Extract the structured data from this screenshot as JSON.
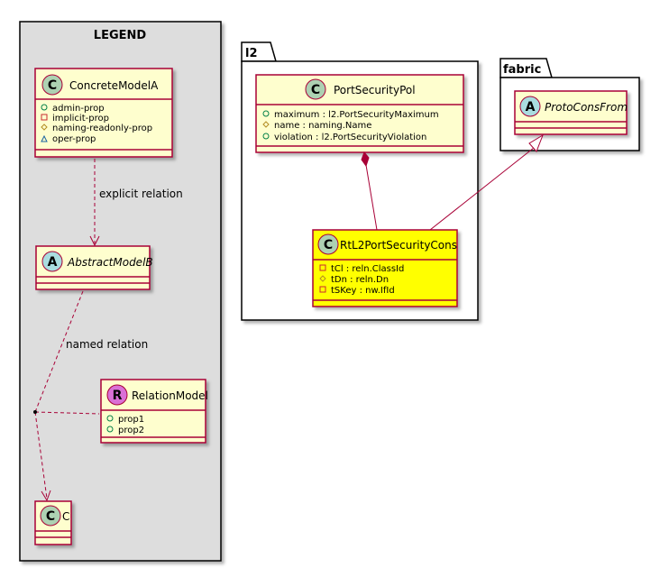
{
  "legend": {
    "title": "LEGEND",
    "concrete": {
      "stereotype": "C",
      "name": "ConcreteModelA",
      "attrs": [
        "admin-prop",
        "implicit-prop",
        "naming-readonly-prop",
        "oper-prop"
      ],
      "visibility": [
        "public",
        "private",
        "protected",
        "package"
      ]
    },
    "explicit_relation": "explicit relation",
    "abstract": {
      "stereotype": "A",
      "name": "AbstractModelB"
    },
    "named_relation": "named relation",
    "relation_model": {
      "stereotype": "R",
      "name": "RelationModel",
      "attrs": [
        "prop1",
        "prop2"
      ]
    },
    "c_class": {
      "stereotype": "C",
      "name": "C"
    }
  },
  "l2": {
    "package": "l2",
    "port_security_pol": {
      "stereotype": "C",
      "name": "PortSecurityPol",
      "attrs": [
        "maximum : l2.PortSecurityMaximum",
        "name : naming.Name",
        "violation : l2.PortSecurityViolation"
      ],
      "visibility": [
        "public",
        "protected",
        "public"
      ]
    },
    "rt_cons": {
      "stereotype": "C",
      "name": "RtL2PortSecurityCons",
      "attrs": [
        "tCl : reln.ClassId",
        "tDn : reln.Dn",
        "tSKey : nw.IfId"
      ],
      "visibility": [
        "private",
        "protected",
        "private"
      ]
    }
  },
  "fabric": {
    "package": "fabric",
    "proto_cons_from": {
      "stereotype": "A",
      "name": "ProtoConsFrom"
    }
  },
  "colors": {
    "class_fill": "#FEFECE",
    "border": "#A80036",
    "highlight": "#FFFF00",
    "legend_bg": "#DDDDDD",
    "stereo_c": "#ADD1B2",
    "stereo_a": "#A9DCDF",
    "stereo_r": "#DA70D6"
  }
}
